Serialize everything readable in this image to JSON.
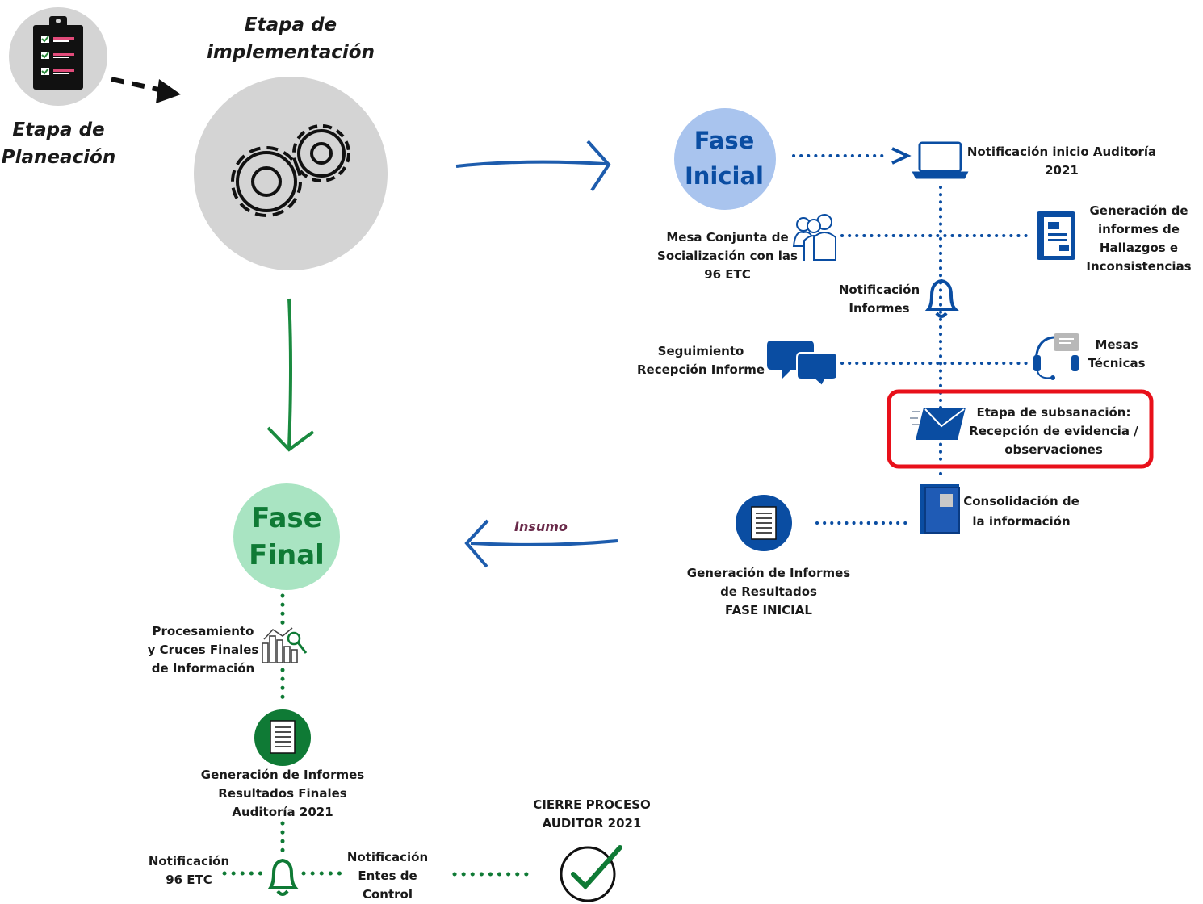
{
  "stages": {
    "planeacion": "Etapa de\nPlaneación",
    "implementacion": "Etapa de\nimplementación"
  },
  "fase_inicial": {
    "title": "Fase\nInicial",
    "color": "#0a4da2",
    "circle_color": "#a9c4ee",
    "items": {
      "notificacion_inicio": "Notificación inicio Auditoría\n2021",
      "mesa_conjunta": "Mesa Conjunta de\nSocialización con las\n96 ETC",
      "generacion_informes_hallazgos": "Generación de\ninformes de\nHallazgos e\nInconsistencias",
      "notificacion_informes": "Notificación\nInformes",
      "seguimiento": "Seguimiento\nRecepción Informe",
      "mesas_tecnicas": "Mesas\nTécnicas",
      "subsanacion": "Etapa de subsanación:\nRecepción de evidencia /\nobservaciones",
      "consolidacion": "Consolidación de\nla información",
      "generacion_resultados": "Generación de Informes\nde Resultados\nFASE INICIAL"
    }
  },
  "insumo": "Insumo",
  "fase_final": {
    "title": "Fase\nFinal",
    "color": "#0f7a35",
    "circle_color": "#a9e4c2",
    "items": {
      "procesamiento": "Procesamiento\ny Cruces Finales\nde Información",
      "generacion_finales": "Generación de Informes\nResultados Finales\nAuditoría 2021",
      "notificacion_etc": "Notificación\n96 ETC",
      "notificacion_entes": "Notificación\nEntes de\nControl",
      "cierre": "CIERRE PROCESO\nAUDITOR 2021"
    }
  },
  "highlight_color": "#e8101a",
  "icons": {
    "planeacion": "checklist-icon",
    "implementacion": "gears-icon",
    "notificacion_inicio": "laptop-icon",
    "mesa_conjunta": "people-group-icon",
    "informes_hallazgos": "report-document-icon",
    "notificacion_informes": "bell-icon",
    "seguimiento": "chat-bubbles-icon",
    "mesas_tecnicas": "headset-icon",
    "subsanacion": "envelope-icon",
    "consolidacion": "folder-icon",
    "resultados": "document-icon",
    "procesamiento": "analytics-chart-icon",
    "finales": "document-icon",
    "notificacion_etc": "bell-icon",
    "cierre": "check-circle-icon"
  }
}
